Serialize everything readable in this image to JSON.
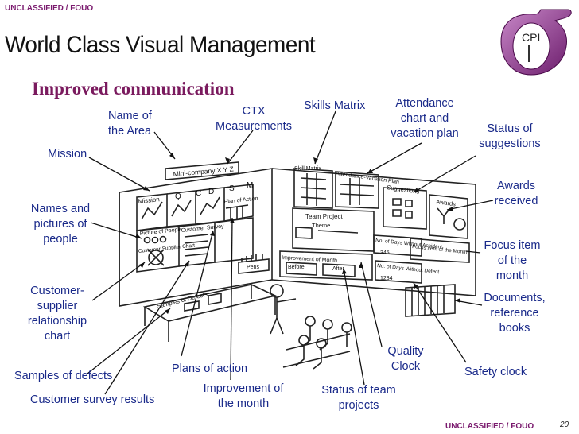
{
  "header": {
    "classification_top": "UNCLASSIFIED / FOUO",
    "title": "World Class Visual Management",
    "subtitle": "Improved communication"
  },
  "logo": {
    "letters": "CPI",
    "icon": "sigma-logo-icon"
  },
  "labels": {
    "name_of_area": "Name of the Area",
    "ctx": "CTX Measurements",
    "skills_matrix": "Skills Matrix",
    "attendance": "Attendance chart and vacation plan",
    "status_suggestions": "Status of suggestions",
    "mission": "Mission",
    "awards": "Awards received",
    "names_pictures": "Names and pictures of people",
    "focus_item": "Focus item of the month",
    "customer_supplier": "Customer-supplier relationship chart",
    "documents": "Documents, reference books",
    "quality_clock": "Quality Clock",
    "samples_defects": "Samples of defects",
    "plans_action": "Plans of action",
    "safety_clock": "Safety clock",
    "improvement_month": "Improvement of the month",
    "status_team": "Status of team projects",
    "customer_survey": "Customer survey results"
  },
  "drawing_text": {
    "mini_company": "Mini-company X Y Z",
    "mission": "Mission",
    "q": "Q",
    "c": "C",
    "d": "D",
    "s": "S",
    "m": "M",
    "picture_people": "Picture of People",
    "customer_survey": "Customer Survey",
    "plan_of_action": "Plan of Action",
    "customer_supplier_chart": "Customer Supplier Chart",
    "pens": "Pens",
    "samples_defects": "Samples of Defects",
    "skill_matrix": "Skill Matrix",
    "attendance_plan": "Attendance-Vacation Plan",
    "suggestions": "Suggestions",
    "awards": "Awards",
    "team_project": "Team Project",
    "theme": "Theme",
    "improvement_month": "Improvement of Month",
    "before": "Before",
    "after": "After",
    "days_no_accident": "No. of Days Without Accident",
    "accident_count": "345",
    "days_no_defect": "No. of Days Without Defect",
    "defect_count": "1234",
    "focus_item": "Focus item of the Month"
  },
  "footer": {
    "classification_bottom": "UNCLASSIFIED / FOUO",
    "page_number": "20"
  },
  "colors": {
    "classification": "#7a1a6e",
    "subtitle": "#7a1a5e",
    "label": "#1a2a8a"
  }
}
